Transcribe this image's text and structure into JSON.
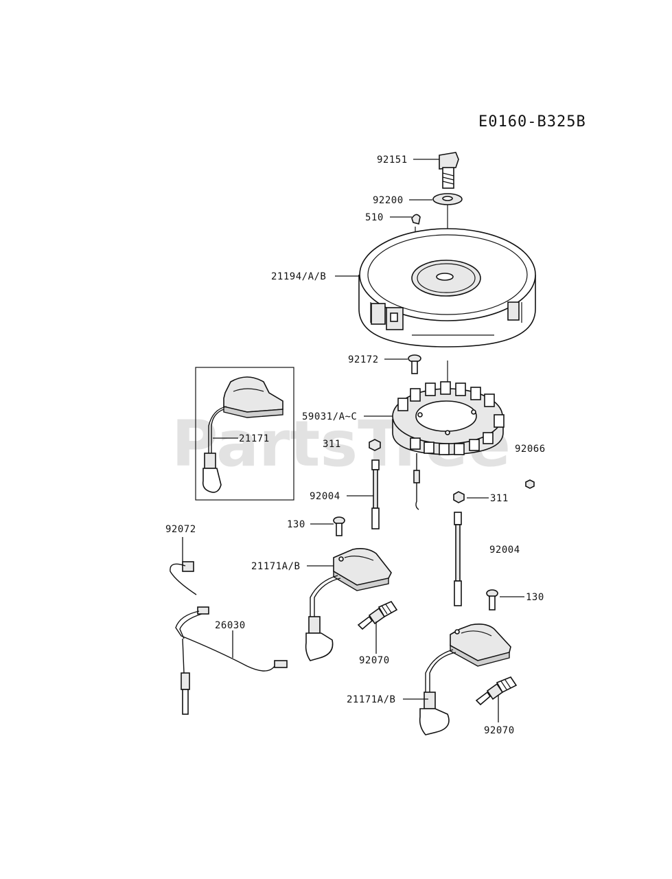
{
  "diagram_code": "E0160-B325B",
  "watermark": "PartsTree",
  "labels": {
    "p92151": "92151",
    "p92200": "92200",
    "p510": "510",
    "p21194": "21194/A/B",
    "p92172": "92172",
    "p59031": "59031/A~C",
    "p21171": "21171",
    "p311a": "311",
    "p92066": "92066",
    "p92004a": "92004",
    "p311b": "311",
    "p130a": "130",
    "p92072": "92072",
    "p21171ab_a": "21171A/B",
    "p92004b": "92004",
    "p130b": "130",
    "p26030": "26030",
    "p92070a": "92070",
    "p21171ab_b": "21171A/B",
    "p92070b": "92070"
  }
}
